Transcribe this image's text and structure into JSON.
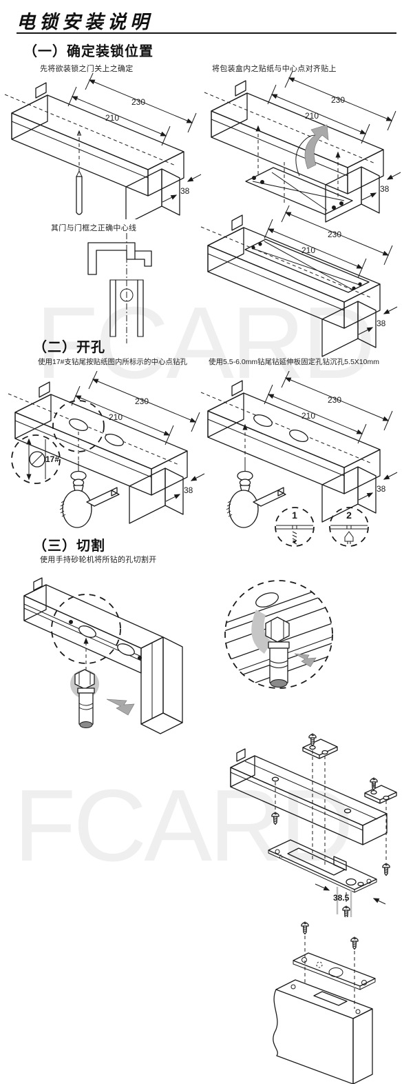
{
  "page": {
    "title": "电锁安装说明",
    "watermark": "FCARD"
  },
  "section1": {
    "heading": "（一）确定装锁位置",
    "caption_left": "先将欲装锁之门关上之确定",
    "caption_right": "将包装盒内之贴纸与中心点对齐贴上",
    "caption_centerline": "其门与门框之正确中心线"
  },
  "section2": {
    "heading": "（二）开孔",
    "caption_left": "使用17#支钻尾按贴纸图内所标示的中心点钻孔",
    "caption_right": "使用5.5-6.0mm钻尾钻延伸板固定孔钻沉孔5.5X10mm",
    "drill_bit_label": "17#",
    "step1": "1",
    "step2": "2"
  },
  "section3": {
    "heading": "（三）切割",
    "caption": "使用手持砂轮机将所钻的孔切割开"
  },
  "dims": {
    "outer": "230",
    "inner": "210",
    "depth": "38",
    "plate_offset": "38.5"
  }
}
